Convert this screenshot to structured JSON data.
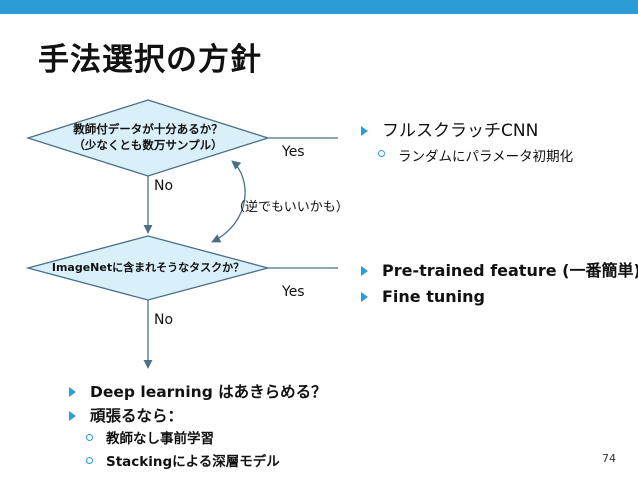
{
  "slide": {
    "title": "手法選択の方針",
    "page_number": "74"
  },
  "diagram": {
    "decision1": {
      "line1": "教師付データが十分あるか？",
      "line2": "（少なくとも数万サンプル）",
      "yes_label": "Yes",
      "no_label": "No"
    },
    "decision2": {
      "text": "ImageNetに含まれそうなタスクか？",
      "yes_label": "Yes",
      "no_label": "No"
    },
    "reverse_note": "（逆でもいいかも）"
  },
  "outcomes": {
    "scratch": {
      "main": "フルスクラッチCNN",
      "sub": "ランダムにパラメータ初期化"
    },
    "pretrained": {
      "items": [
        "Pre-trained feature (一番簡単)",
        "Fine tuning"
      ]
    },
    "fallback": {
      "items": [
        "Deep learning はあきらめる？",
        "頑張るなら："
      ],
      "sub_items": [
        "教師なし事前学習",
        "Stackingによる深層モデル"
      ]
    }
  },
  "colors": {
    "accent": "#2d9bd6",
    "diamond_fill": "#d9f0fb",
    "diamond_stroke": "#4a6f86"
  }
}
